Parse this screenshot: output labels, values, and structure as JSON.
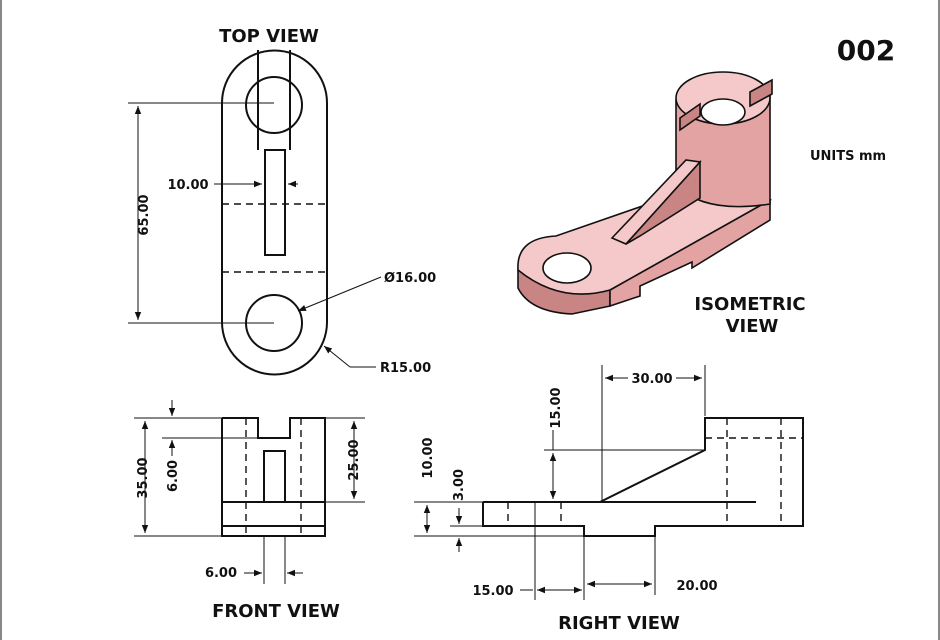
{
  "drawing_number": "002",
  "units_label": "UNITS mm",
  "views": {
    "top": "TOP VIEW",
    "front": "FRONT VIEW",
    "right": "RIGHT VIEW",
    "isometric_line1": "ISOMETRIC",
    "isometric_line2": "VIEW"
  },
  "dimensions": {
    "top_height": "65.00",
    "top_slot": "10.00",
    "hole_diameter": "Ø16.00",
    "end_radius": "R15.00",
    "front_height": "35.00",
    "front_notch": "6.00",
    "front_body": "25.00",
    "front_slot_width": "6.00",
    "right_rib_width": "30.00",
    "right_rib_height": "15.00",
    "right_base": "10.00",
    "right_step": "3.00",
    "right_left_len": "15.00",
    "right_gap": "20.00"
  },
  "colors": {
    "isometric_fill": "#e3a3a3",
    "isometric_light": "#f5c9c9",
    "isometric_dark": "#c98484"
  }
}
